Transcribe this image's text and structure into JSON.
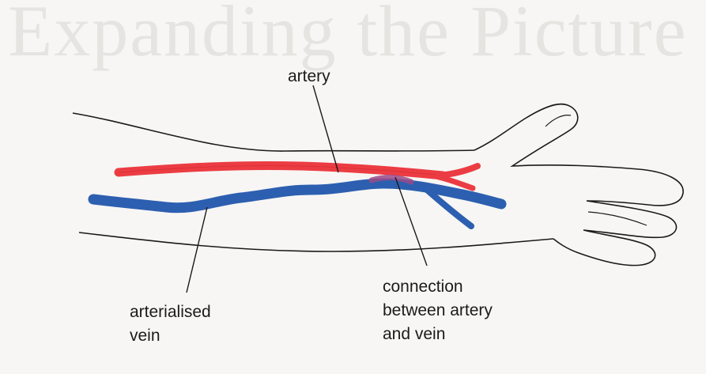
{
  "background_text": "Expanding the Picture",
  "labels": {
    "artery": "artery",
    "arterialised_vein": [
      "arterialised",
      "vein"
    ],
    "connection": [
      "connection",
      "between artery",
      "and vein"
    ]
  },
  "colors": {
    "artery": "#ec3c43",
    "vein": "#2d5fb0",
    "outline": "#1a1a1a",
    "background": "#f7f6f4"
  }
}
